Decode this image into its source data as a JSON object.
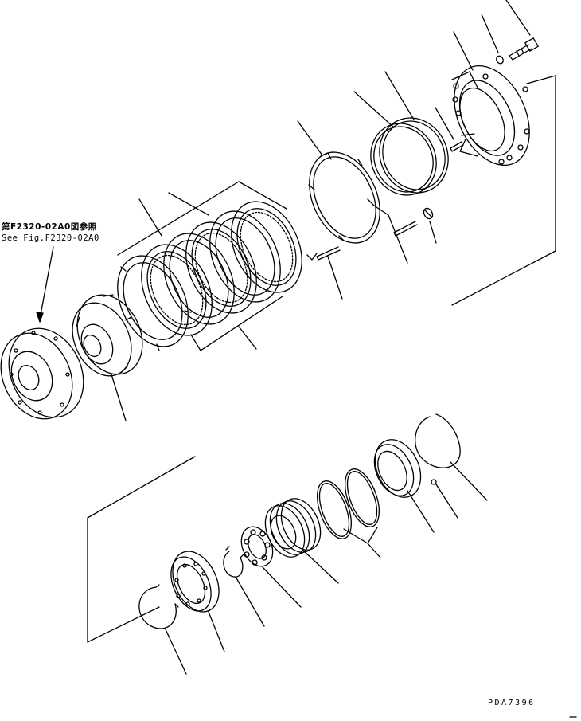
{
  "reference": {
    "japanese": "第F2320-02A0図参照",
    "english": "See Fig.F2320-02A0"
  },
  "drawing_code": "PDA7396",
  "colors": {
    "line": "#000000",
    "background": "#ffffff"
  },
  "parts": [
    "bolt",
    "washer",
    "retainer-housing",
    "pin",
    "snap-ring",
    "seal-ring",
    "end-plate",
    "spring-pin",
    "disc-plate",
    "separator-plate",
    "piston-hub",
    "carrier-housing",
    "snap-ring-small",
    "ball-bearing",
    "sleeve-sun-gear",
    "seal-ring-small",
    "bearing-cage",
    "piston-ring",
    "retainer-snap-ring"
  ]
}
